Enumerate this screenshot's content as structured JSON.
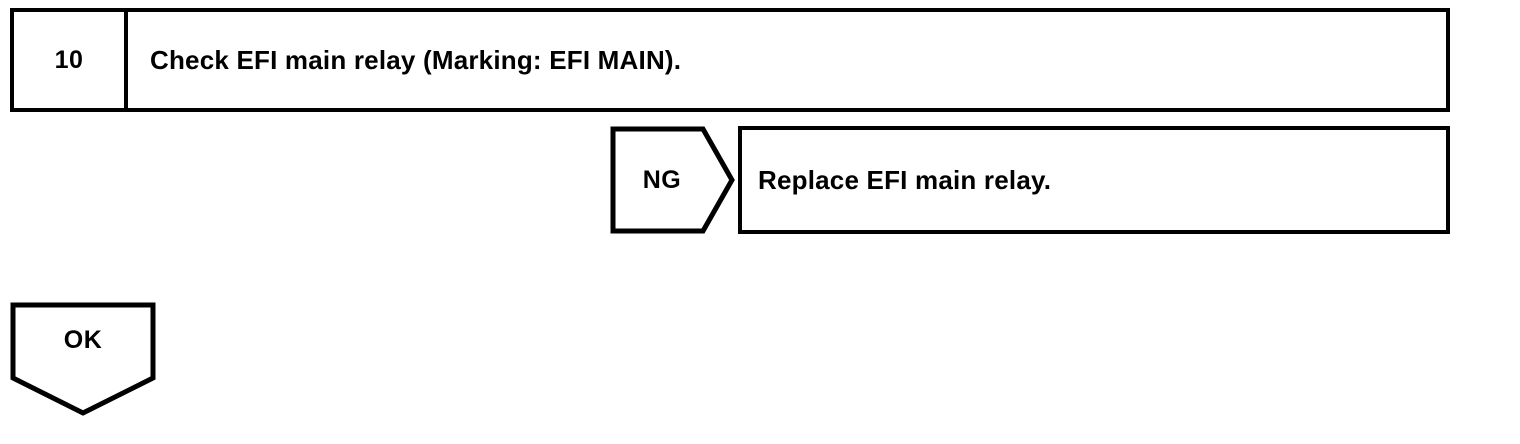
{
  "page": {
    "kind": "troubleshooting-flowchart",
    "background_color": "#ffffff",
    "line_color": "#000000"
  },
  "step": {
    "number": "10",
    "description": "Check EFI main relay (Marking: EFI MAIN)."
  },
  "branches": [
    {
      "label": "NG",
      "result": "Replace EFI main relay."
    },
    {
      "label": "OK",
      "result": ""
    }
  ],
  "ng_branch": {
    "label": "NG",
    "action": "Replace EFI main relay."
  },
  "ok_branch": {
    "label": "OK"
  }
}
